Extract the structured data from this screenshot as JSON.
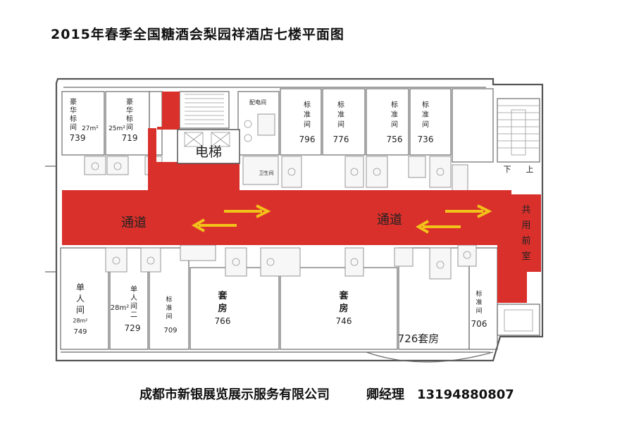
{
  "title": "2015年春季全国糖酒会梨园祥酒店七楼平面图",
  "footer": {
    "company": "成都市新银展览展示服务有限公司",
    "contact": "卿经理　13194880807"
  },
  "colors": {
    "corridor": "#d9302b",
    "arrow": "#f2c21a",
    "wall": "#6b6b6b"
  },
  "labels": {
    "elevator": "电梯",
    "corridor_left": "通道",
    "corridor_right": "通道",
    "lobby": [
      "共",
      "用",
      "前",
      "室"
    ],
    "storage": "配电间",
    "stair_down": "下",
    "stair_up": "上",
    "bathroom": "卫生间"
  },
  "rooms": {
    "r739": {
      "lines": [
        "豪",
        "华",
        "标",
        "间"
      ],
      "area": "27m²",
      "number": "739"
    },
    "r719": {
      "lines": [
        "豪",
        "华",
        "标",
        "间"
      ],
      "area": "25m²",
      "number": "719"
    },
    "r796": {
      "lines": [
        "标",
        "准",
        "间"
      ],
      "number": "796"
    },
    "r776": {
      "lines": [
        "标",
        "准",
        "间"
      ],
      "number": "776"
    },
    "r756": {
      "lines": [
        "标",
        "准",
        "间"
      ],
      "number": "756"
    },
    "r736": {
      "lines": [
        "标",
        "准",
        "间"
      ],
      "number": "736"
    },
    "r749": {
      "lines": [
        "单",
        "人",
        "间"
      ],
      "area": "28m²",
      "number": "749"
    },
    "r729": {
      "lines": [
        "单",
        "人",
        "间",
        "二"
      ],
      "area": "28m²",
      "number": "729"
    },
    "r709": {
      "lines": [
        "标",
        "准",
        "间"
      ],
      "number": "709"
    },
    "r766": {
      "lines": [
        "套",
        "房"
      ],
      "number": "766"
    },
    "r746": {
      "lines": [
        "套",
        "房"
      ],
      "number": "746"
    },
    "r726": {
      "text": "726套房"
    },
    "r706": {
      "lines": [
        "标",
        "准",
        "间"
      ],
      "number": "706"
    }
  }
}
